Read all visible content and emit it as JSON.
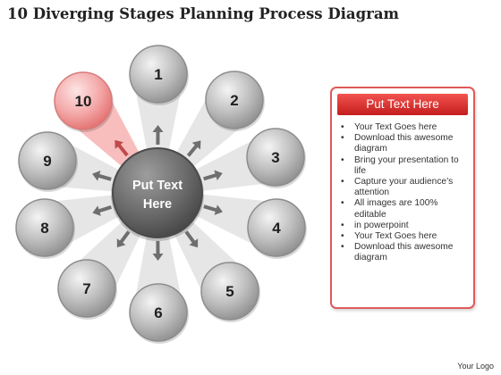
{
  "title": "10 Diverging Stages Planning Process Diagram",
  "center": {
    "lines": [
      "Put Text",
      "Here"
    ]
  },
  "stages": [
    "1",
    "2",
    "3",
    "4",
    "5",
    "6",
    "7",
    "8",
    "9",
    "10"
  ],
  "highlighted_stage": "10",
  "panel": {
    "header": "Put Text Here",
    "items": [
      "Your Text Goes here",
      "Download this awesome diagram",
      "Bring your presentation to life",
      "Capture your audience’s attention",
      "All images are 100% editable",
      "in powerpoint",
      "Your Text Goes here",
      "Download this awesome diagram"
    ]
  },
  "logo": "Your Logo",
  "colors": {
    "accent_red": "#e03333",
    "node_gray": "#9a9a9a",
    "center_dark": "#555555"
  }
}
